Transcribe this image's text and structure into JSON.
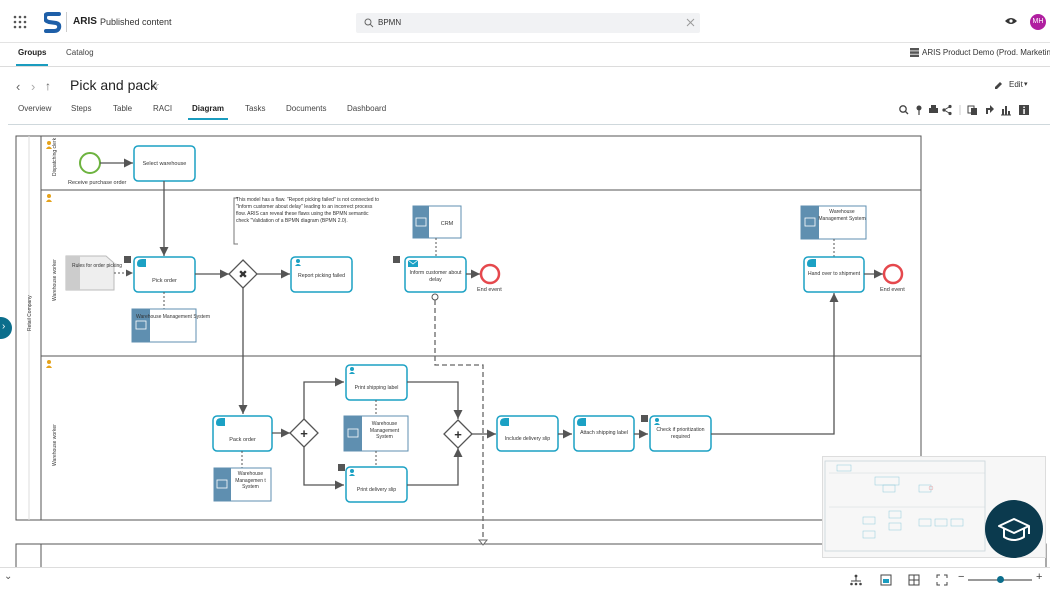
{
  "header": {
    "app_name": "ARIS",
    "app_subtitle": "Published content",
    "search_value": "BPMN",
    "user_initials": "MH"
  },
  "nav": {
    "groups": "Groups",
    "catalog": "Catalog",
    "database": "ARIS Product Demo (Prod. Marketing)"
  },
  "page": {
    "title": "Pick and pack",
    "edit_label": "Edit",
    "tabs": [
      "Overview",
      "Steps",
      "Table",
      "RACI",
      "Diagram",
      "Tasks",
      "Documents",
      "Dashboard"
    ],
    "active_tab": "Diagram"
  },
  "diagram": {
    "pool_label": "Retail Company",
    "lanes": [
      "Dispatching clerk",
      "Warehouse worker",
      "Warehouse worker"
    ],
    "nodes": {
      "start_label": "Receive purchase order",
      "select_warehouse": "Select warehouse",
      "pick_order": "Pick order",
      "report_picking_failed": "Report picking failed",
      "inform_customer": "Inform customer about delay",
      "end_event_1": "End event",
      "hand_over": "Hand over to shipment",
      "end_event_2": "End event",
      "rules_doc": "Rules for order picking",
      "crm": "CRM",
      "wms_1": "Warehouse Management System",
      "wms_top_right": "Warehouse Management System",
      "print_shipping_label": "Print shipping label",
      "wms_middle": "Warehouse Management System",
      "print_delivery_slip": "Print delivery slip",
      "pack_order": "Pack order",
      "wms_pack": "Warehouse Managemen t System",
      "include_delivery_slip": "Include delivery slip",
      "attach_shipping_label": "Attach shipping label",
      "check_prioritization": "Check if prioritization required"
    },
    "annotation": "This model has a flaw. \"Report picking failed\" is not connected to \"Inform customer about delay\" leading to an incorrect process flow. ARIS can reveal these flaws using the BPMN semantic check \"Validation of a BPMN diagram (BPMN 2.0)."
  },
  "colors": {
    "accent": "#1a9cbf",
    "task_border": "#1ba1c4",
    "system_box": "#5f8fb0",
    "start_event": "#6db33f",
    "end_event": "#e5484d",
    "avatar_bg": "#b01fa0",
    "logo_blue": "#1e5fa8"
  },
  "icons": [
    "apps-grid-icon",
    "search-icon",
    "clear-icon",
    "eye-icon",
    "back-icon",
    "forward-icon",
    "up-icon",
    "star-icon",
    "edit-icon",
    "zoom-icon",
    "pin-icon",
    "print-icon",
    "share-icon",
    "copy-icon",
    "compare-icon",
    "chart-icon",
    "info-icon",
    "collapse-icon",
    "fit-icon",
    "expand-icon",
    "zoom-out-icon",
    "zoom-in-icon",
    "graduation-cap-icon"
  ]
}
